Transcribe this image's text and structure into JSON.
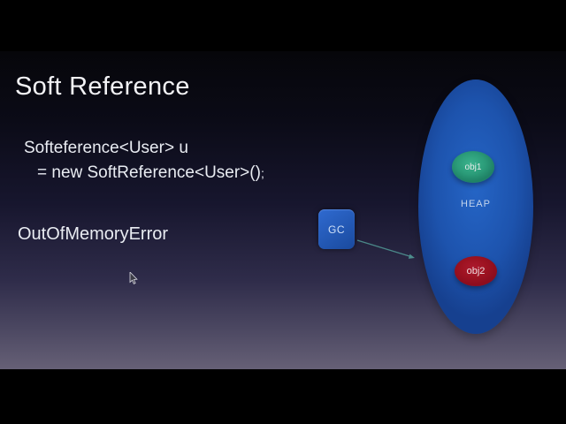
{
  "slide": {
    "title": "Soft Reference",
    "code": {
      "line1": "Softeference<User> u",
      "line2": "= new SoftReference<User>()",
      "line2_end": ";"
    },
    "error_label": "OutOfMemoryError",
    "gc": {
      "label": "GC"
    },
    "heap": {
      "label": "HEAP",
      "objects": [
        {
          "label": "obj1"
        },
        {
          "label": "obj2"
        }
      ]
    }
  },
  "colors": {
    "letterbox": "#000000",
    "bg_top": "#06060a",
    "bg_bottom": "#666076",
    "title_text": "#f2f2f5",
    "body_text": "#e9ecf2",
    "heap_fill": "#1d53ad",
    "heap_fill_light": "#2565c6",
    "heap_fill_dark": "#16408f",
    "heap_label_text": "#c3d4ec",
    "obj1_fill": "#2b9c79",
    "obj1_fill_light": "#3bb38d",
    "obj1_fill_dark": "#1f8266",
    "obj2_fill": "#9c1220",
    "obj2_fill_light": "#ad1a2e",
    "obj2_fill_dark": "#8c0d1e",
    "gc_fill_light": "#2f6ad0",
    "gc_fill_dark": "#1a4a9e",
    "gc_label_text": "#cfe0f8",
    "arrow": "#4f9391"
  }
}
